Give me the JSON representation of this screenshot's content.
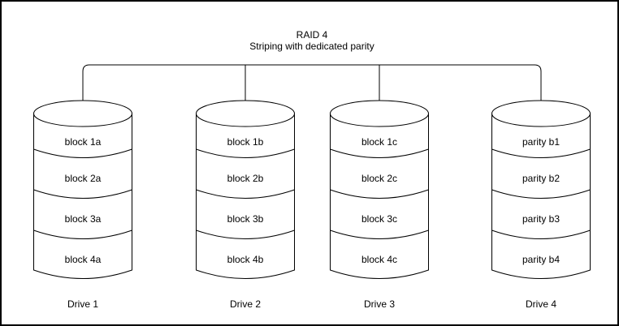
{
  "title": "RAID 4",
  "subtitle": "Striping with dedicated parity",
  "colors": {
    "stroke": "#000000",
    "fill": "#ffffff",
    "background": "#ffffff"
  },
  "drives": [
    {
      "label": "Drive 1",
      "blocks": [
        "block 1a",
        "block 2a",
        "block 3a",
        "block 4a"
      ]
    },
    {
      "label": "Drive 2",
      "blocks": [
        "block 1b",
        "block 2b",
        "block 3b",
        "block 4b"
      ]
    },
    {
      "label": "Drive 3",
      "blocks": [
        "block 1c",
        "block 2c",
        "block 3c",
        "block 4c"
      ]
    },
    {
      "label": "Drive 4",
      "blocks": [
        "parity b1",
        "parity b2",
        "parity b3",
        "parity b4"
      ]
    }
  ]
}
